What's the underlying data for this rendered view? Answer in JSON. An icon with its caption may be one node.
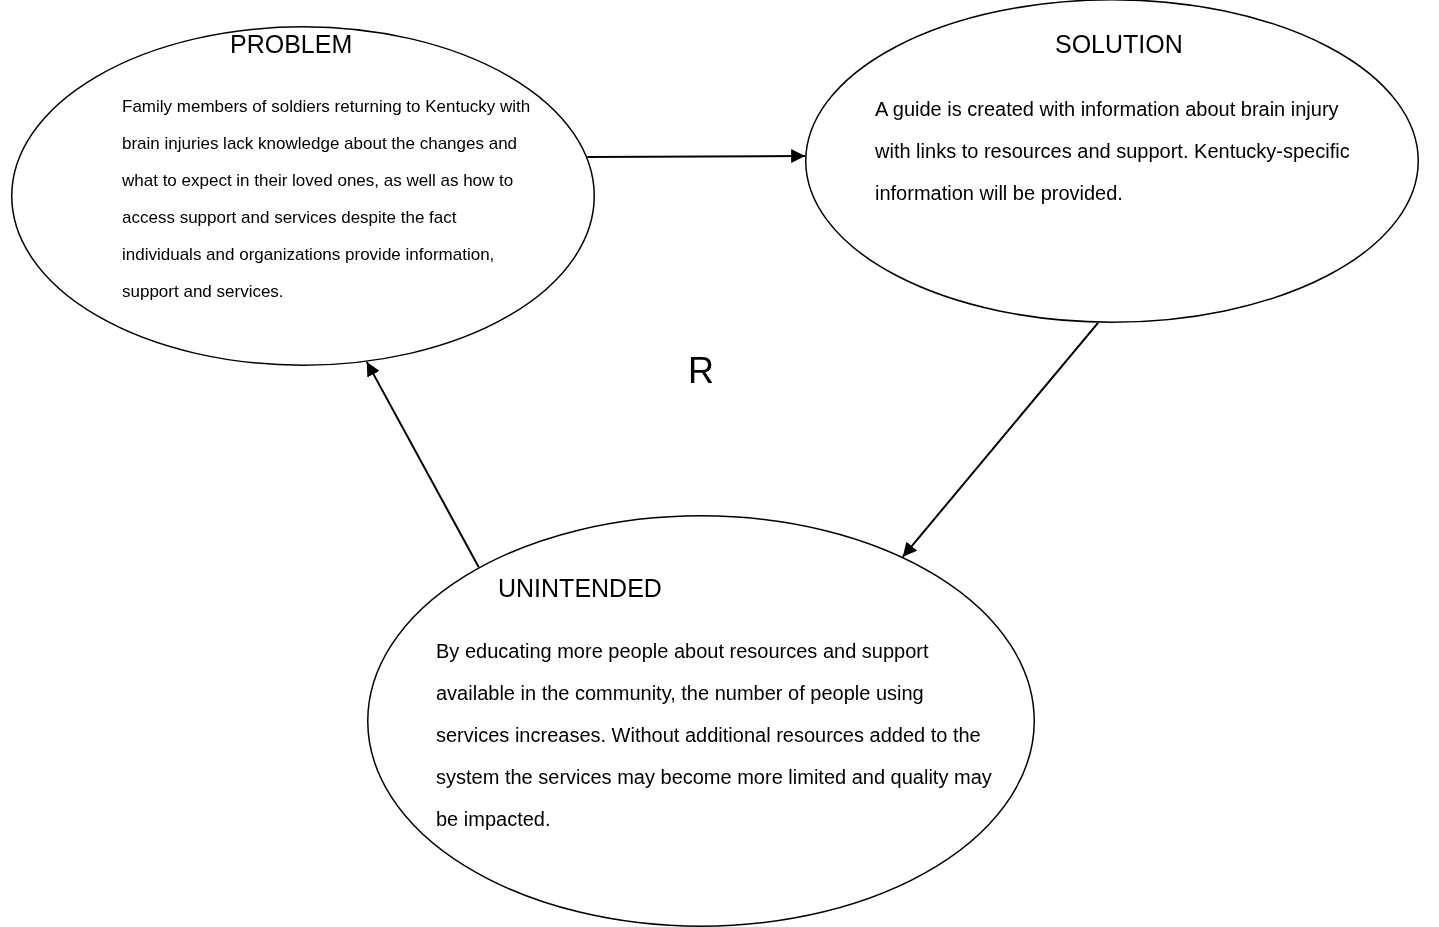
{
  "diagram": {
    "nodes": [
      {
        "text": [
          "PROBLEM",
          "Family members of soldiers returning to Kentucky with brain injuries lack knowledge about the changes and what to expect in their loved ones, as well as how to access support and services despite the fact individuals and organizations provide information, support and services."
        ]
      },
      {
        "text": [
          "SOLUTION",
          "A guide is created with information about brain injury with links to resources and support.  Kentucky-specific information will be provided."
        ]
      },
      {
        "text": [
          "UNINTENDED",
          "By educating more people about resources and support available in the community, the number of people using services increases.  Without additional resources added to the system the services may become more limited and quality may be impacted."
        ]
      }
    ],
    "edges": [
      {
        "from": 0,
        "to": 1,
        "arrow": "to"
      },
      {
        "from": 1,
        "to": 2,
        "arrow": "to"
      },
      {
        "from": 2,
        "to": 0,
        "arrow": "to"
      }
    ],
    "labels": [
      "R"
    ]
  }
}
